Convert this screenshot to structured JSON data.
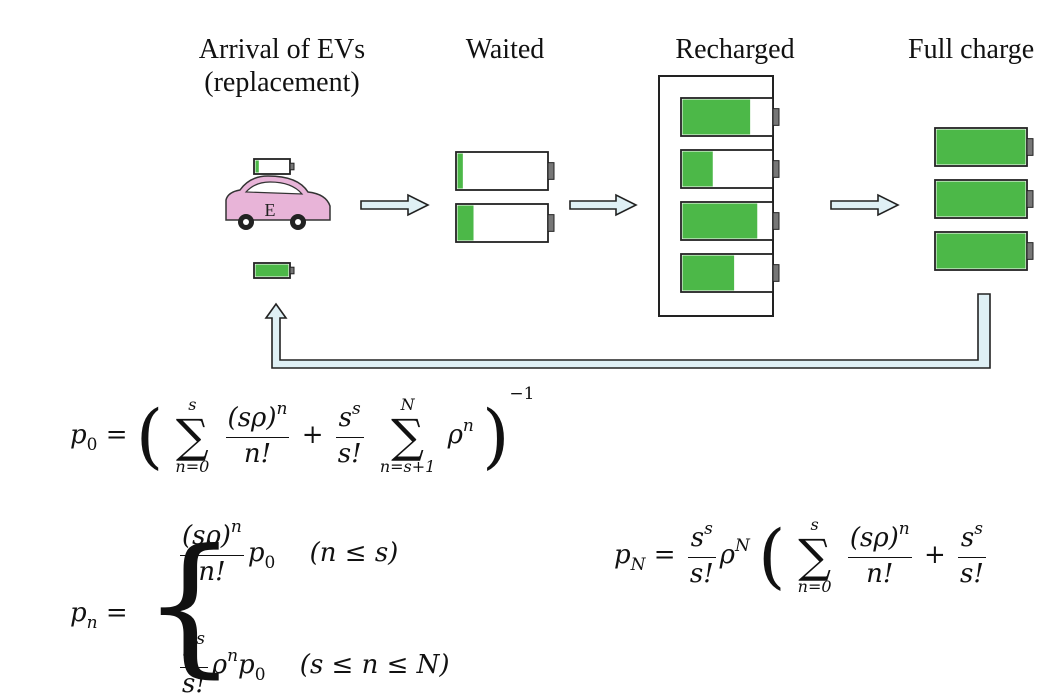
{
  "stages": {
    "arrival": {
      "line1": "Arrival of EVs",
      "line2": "(replacement)"
    },
    "waited": "Waited",
    "recharged": "Recharged",
    "full": "Full charge"
  },
  "car_label": "E",
  "colors": {
    "battery_fill": "#4cb848",
    "car_body": "#e8b4d8",
    "arrow_fill": "#dff0f5",
    "outline": "#222222"
  },
  "batteries": {
    "car_removed_level": 0.1,
    "car_inserted_level": 1.0,
    "waited_levels": [
      0.06,
      0.18
    ],
    "recharged_levels": [
      0.76,
      0.34,
      0.84,
      0.58
    ],
    "full_levels": [
      1.0,
      1.0,
      1.0
    ]
  },
  "equations": {
    "p0_lhs": "p",
    "p0_sub": "0",
    "pn_lhs": "p",
    "pn_sub": "n",
    "pN_lhs": "p",
    "pN_sub": "N",
    "sum_upper_s": "s",
    "sum_lower_0": "n=0",
    "sum_upper_N": "N",
    "sum_lower_s1": "n=s+1",
    "term_num": "(sρ)",
    "term_num_exp": "n",
    "term_den": "n!",
    "coef_num": "s",
    "coef_num_exp": "s",
    "coef_den": "s!",
    "rho": "ρ",
    "rho_exp_n": "n",
    "rho_exp_N": "N",
    "inverse_exp": "−1",
    "case1_cond": "(n ≤ s)",
    "case2_cond": "(s ≤ n ≤ N)",
    "case2_p": "p",
    "case2_p_sub": "0"
  }
}
